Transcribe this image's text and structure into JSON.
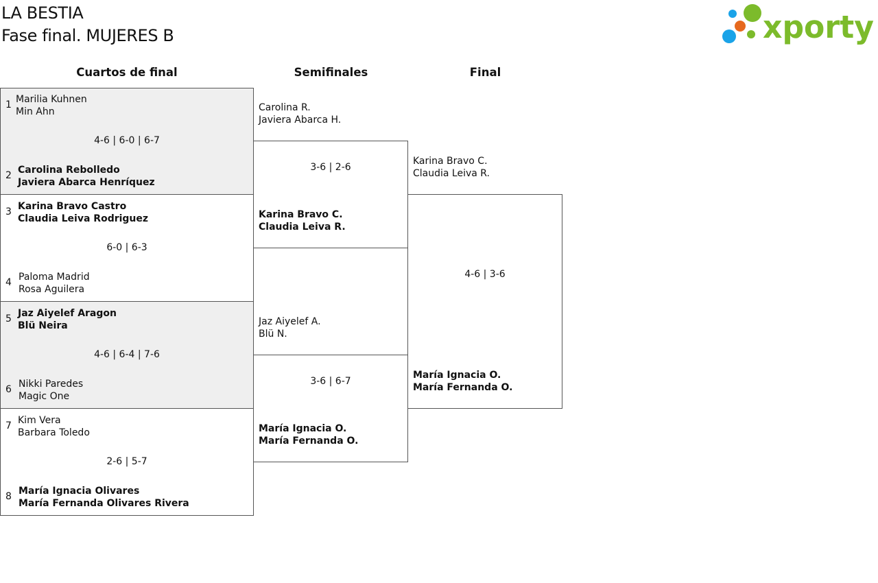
{
  "title": {
    "tournament": "LA BESTIA",
    "phase": "Fase final. MUJERES B"
  },
  "logo": {
    "text": "xporty",
    "colors": {
      "green": "#7cbb2b",
      "blue": "#1aa3e8",
      "orange": "#e6691e"
    }
  },
  "rounds": {
    "quarterfinals": "Cuartos de final",
    "semifinals": "Semifinales",
    "final": "Final"
  },
  "quarterfinals": [
    {
      "shaded": true,
      "top": {
        "seed": "1",
        "players": [
          "Marilia Kuhnen",
          "Min Ahn"
        ],
        "winner": false
      },
      "score": "4-6 | 6-0 | 6-7",
      "bottom": {
        "seed": "2",
        "players": [
          "Carolina Rebolledo",
          "Javiera Abarca Henríquez"
        ],
        "winner": true
      }
    },
    {
      "shaded": false,
      "top": {
        "seed": "3",
        "players": [
          "Karina Bravo Castro",
          "Claudia Leiva Rodriguez"
        ],
        "winner": true
      },
      "score": "6-0 | 6-3",
      "bottom": {
        "seed": "4",
        "players": [
          "Paloma Madrid",
          "Rosa Aguilera"
        ],
        "winner": false
      }
    },
    {
      "shaded": true,
      "top": {
        "seed": "5",
        "players": [
          "Jaz Aiyelef Aragon",
          "Blü Neira"
        ],
        "winner": true
      },
      "score": "4-6 | 6-4 | 7-6",
      "bottom": {
        "seed": "6",
        "players": [
          "Nikki Paredes",
          "Magic One"
        ],
        "winner": false
      }
    },
    {
      "shaded": false,
      "top": {
        "seed": "7",
        "players": [
          "Kim Vera",
          "Barbara Toledo"
        ],
        "winner": false
      },
      "score": "2-6 | 5-7",
      "bottom": {
        "seed": "8",
        "players": [
          "María Ignacia Olivares",
          "María Fernanda Olivares Rivera"
        ],
        "winner": true
      }
    }
  ],
  "semifinals": [
    {
      "top": {
        "players": [
          "Carolina R.",
          "Javiera Abarca H."
        ],
        "winner": false
      },
      "score": "3-6 | 2-6",
      "bottom": {
        "players": [
          "Karina Bravo C.",
          "Claudia Leiva R."
        ],
        "winner": true
      }
    },
    {
      "top": {
        "players": [
          "Jaz Aiyelef A.",
          "Blü N."
        ],
        "winner": false
      },
      "score": "3-6 | 6-7",
      "bottom": {
        "players": [
          "María Ignacia O.",
          "María Fernanda O."
        ],
        "winner": true
      }
    }
  ],
  "final": {
    "top": {
      "players": [
        "Karina Bravo C.",
        "Claudia Leiva R."
      ],
      "winner": false
    },
    "score": "4-6 | 3-6",
    "bottom": {
      "players": [
        "María Ignacia O.",
        "María Fernanda O."
      ],
      "winner": true
    }
  }
}
